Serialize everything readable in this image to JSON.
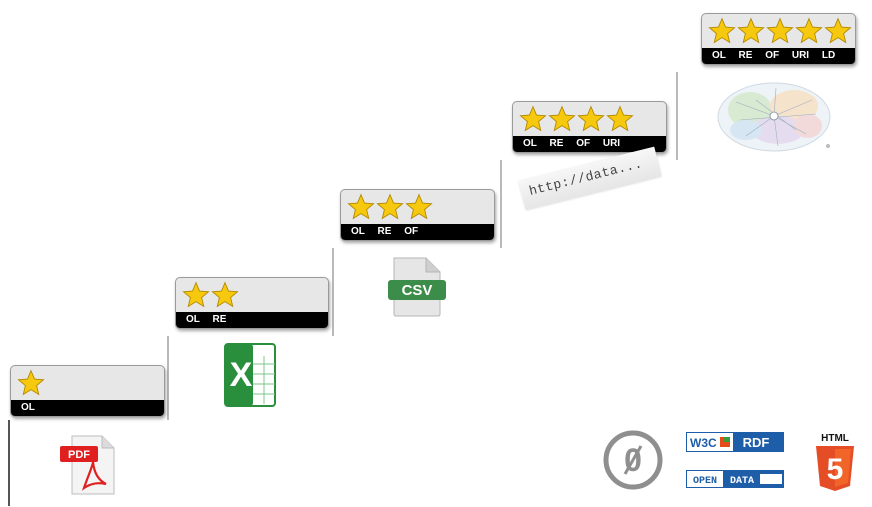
{
  "steps": [
    {
      "stars": 1,
      "labels": [
        "OL"
      ]
    },
    {
      "stars": 2,
      "labels": [
        "OL",
        "RE"
      ]
    },
    {
      "stars": 3,
      "labels": [
        "OL",
        "RE",
        "OF"
      ]
    },
    {
      "stars": 4,
      "labels": [
        "OL",
        "RE",
        "OF",
        "URI"
      ]
    },
    {
      "stars": 5,
      "labels": [
        "OL",
        "RE",
        "OF",
        "URI",
        "LD"
      ]
    }
  ],
  "icons": {
    "pdf_label": "PDF",
    "excel_letter": "X",
    "csv_label": "CSV",
    "http_text": "http://data...",
    "cc_zero": "0",
    "w3c_label": "W3C",
    "rdf_label": "RDF",
    "open_label": "OPEN",
    "data_label": "DATA",
    "html_label": "HTML",
    "html5_number": "5"
  },
  "colors": {
    "star": "#f7c90e",
    "pdf_red": "#e02020",
    "excel_green": "#2a8f3c",
    "csv_green": "#3c8c4a",
    "w3c_blue": "#1e5ea8",
    "html5_orange": "#e44d26"
  }
}
